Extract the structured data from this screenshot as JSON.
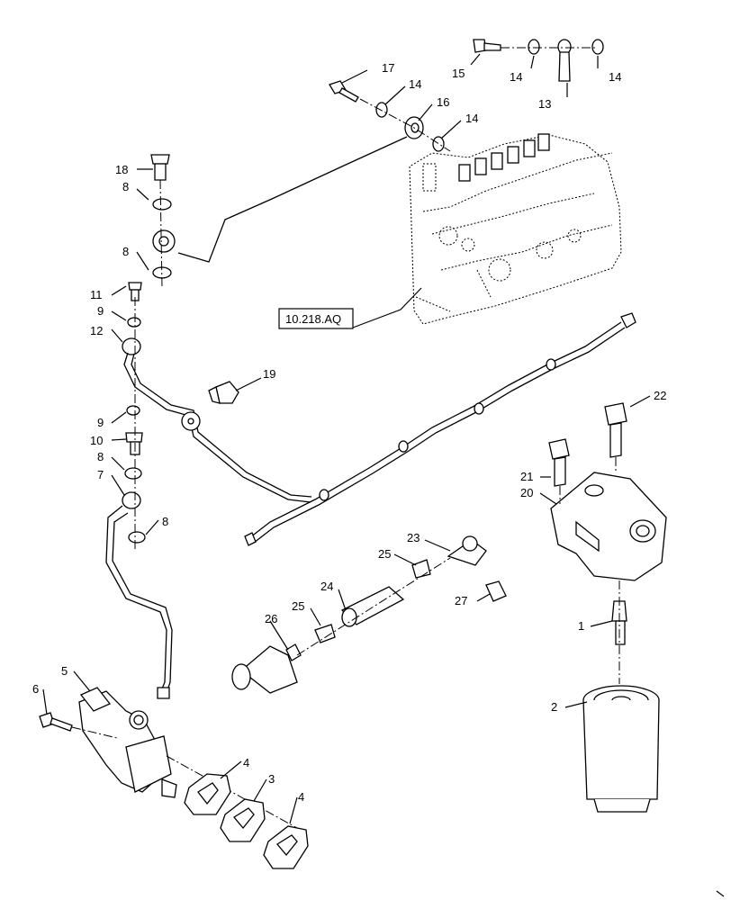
{
  "callouts": {
    "c1": "1",
    "c2": "2",
    "c3": "3",
    "c4a": "4",
    "c4b": "4",
    "c5": "5",
    "c6": "6",
    "c7": "7",
    "c8a": "8",
    "c8b": "8",
    "c8c": "8",
    "c8d": "8",
    "c9a": "9",
    "c9b": "9",
    "c10": "10",
    "c11": "11",
    "c12": "12",
    "c13": "13",
    "c14a": "14",
    "c14b": "14",
    "c14c": "14",
    "c14d": "14",
    "c15": "15",
    "c16": "16",
    "c17": "17",
    "c18": "18",
    "c19": "19",
    "c20": "20",
    "c21": "21",
    "c22": "22",
    "c23": "23",
    "c24": "24",
    "c25a": "25",
    "c25b": "25",
    "c26": "26",
    "c27": "27"
  },
  "reference": {
    "label": "10.218.AQ"
  }
}
